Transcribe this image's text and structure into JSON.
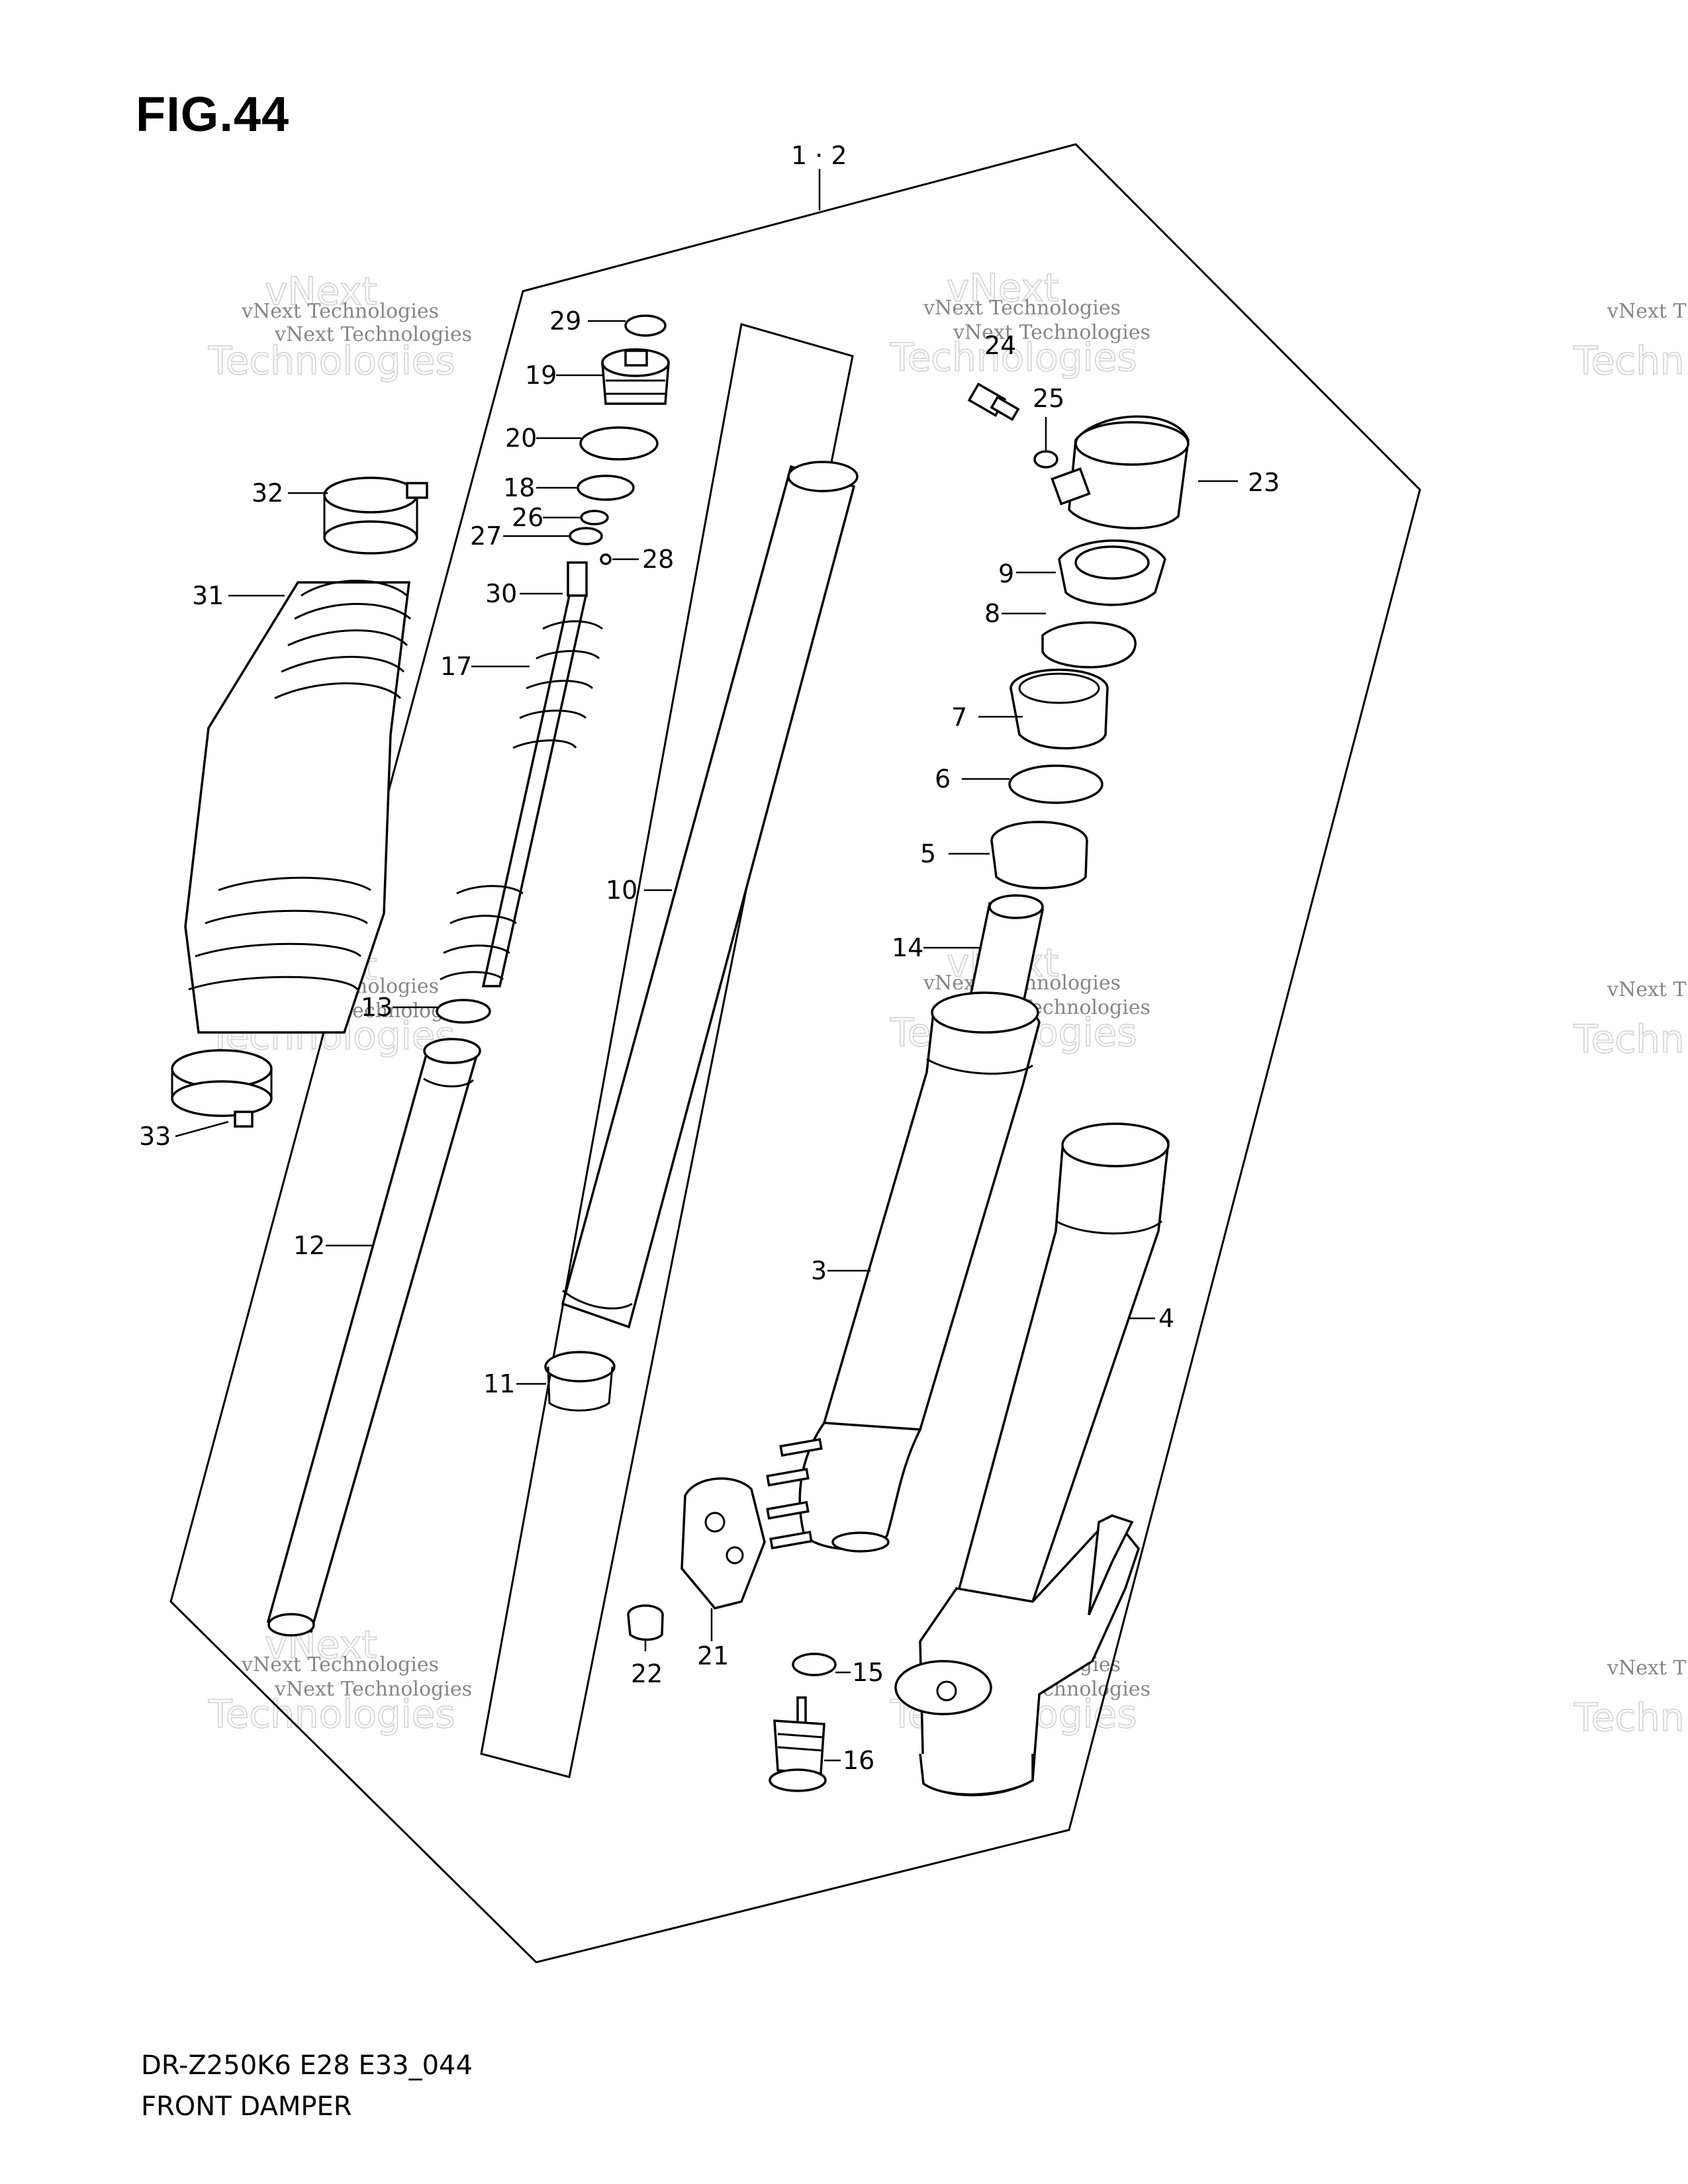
{
  "figure": {
    "title": "FIG.44",
    "model_code": "DR-Z250K6 E28 E33_044",
    "caption": "FRONT DAMPER"
  },
  "watermark": {
    "company_line": "vNext Technologies",
    "outline_word": "vNext",
    "outline_word2": "Technologies",
    "partial_line": "vNext T",
    "partial_word": "Techn"
  },
  "parts": [
    {
      "id": "group",
      "label": "1 · 2"
    },
    {
      "id": "p3",
      "label": "3"
    },
    {
      "id": "p4",
      "label": "4"
    },
    {
      "id": "p5",
      "label": "5"
    },
    {
      "id": "p6",
      "label": "6"
    },
    {
      "id": "p7",
      "label": "7"
    },
    {
      "id": "p8",
      "label": "8"
    },
    {
      "id": "p9",
      "label": "9"
    },
    {
      "id": "p10",
      "label": "10"
    },
    {
      "id": "p11",
      "label": "11"
    },
    {
      "id": "p12",
      "label": "12"
    },
    {
      "id": "p13",
      "label": "13"
    },
    {
      "id": "p14",
      "label": "14"
    },
    {
      "id": "p15",
      "label": "15"
    },
    {
      "id": "p16",
      "label": "16"
    },
    {
      "id": "p17",
      "label": "17"
    },
    {
      "id": "p18",
      "label": "18"
    },
    {
      "id": "p19",
      "label": "19"
    },
    {
      "id": "p20",
      "label": "20"
    },
    {
      "id": "p21",
      "label": "21"
    },
    {
      "id": "p22",
      "label": "22"
    },
    {
      "id": "p23",
      "label": "23"
    },
    {
      "id": "p24",
      "label": "24"
    },
    {
      "id": "p25",
      "label": "25"
    },
    {
      "id": "p26",
      "label": "26"
    },
    {
      "id": "p27",
      "label": "27"
    },
    {
      "id": "p28",
      "label": "28"
    },
    {
      "id": "p29",
      "label": "29"
    },
    {
      "id": "p30",
      "label": "30"
    },
    {
      "id": "p31",
      "label": "31"
    },
    {
      "id": "p32",
      "label": "32"
    },
    {
      "id": "p33",
      "label": "33"
    }
  ]
}
